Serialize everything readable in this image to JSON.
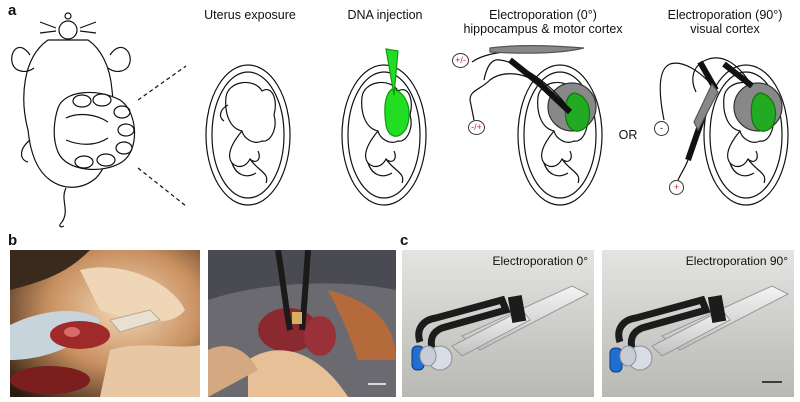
{
  "panels": {
    "a": {
      "letter": "a"
    },
    "b": {
      "letter": "b"
    },
    "c": {
      "letter": "c"
    }
  },
  "steps": [
    {
      "title": "Uterus exposure"
    },
    {
      "title": "DNA injection"
    },
    {
      "title": "Electroporation (0°)",
      "subtitle": "hippocampus & motor cortex"
    },
    {
      "title": "Electroporation (90°)",
      "subtitle": "visual cortex"
    }
  ],
  "or_label": "OR",
  "polarity": {
    "ep0_top": "+/-",
    "ep0_bottom": "-/+",
    "ep90_top": "-",
    "ep90_bottom": "+"
  },
  "renders": [
    {
      "label": "Electroporation 0°"
    },
    {
      "label": "Electroporation 90°"
    }
  ],
  "colors": {
    "injection_green": "#22dd22",
    "electrode_black": "#111111",
    "positive_red": "#cc2222",
    "blue_marker": "#1f6fd1"
  }
}
